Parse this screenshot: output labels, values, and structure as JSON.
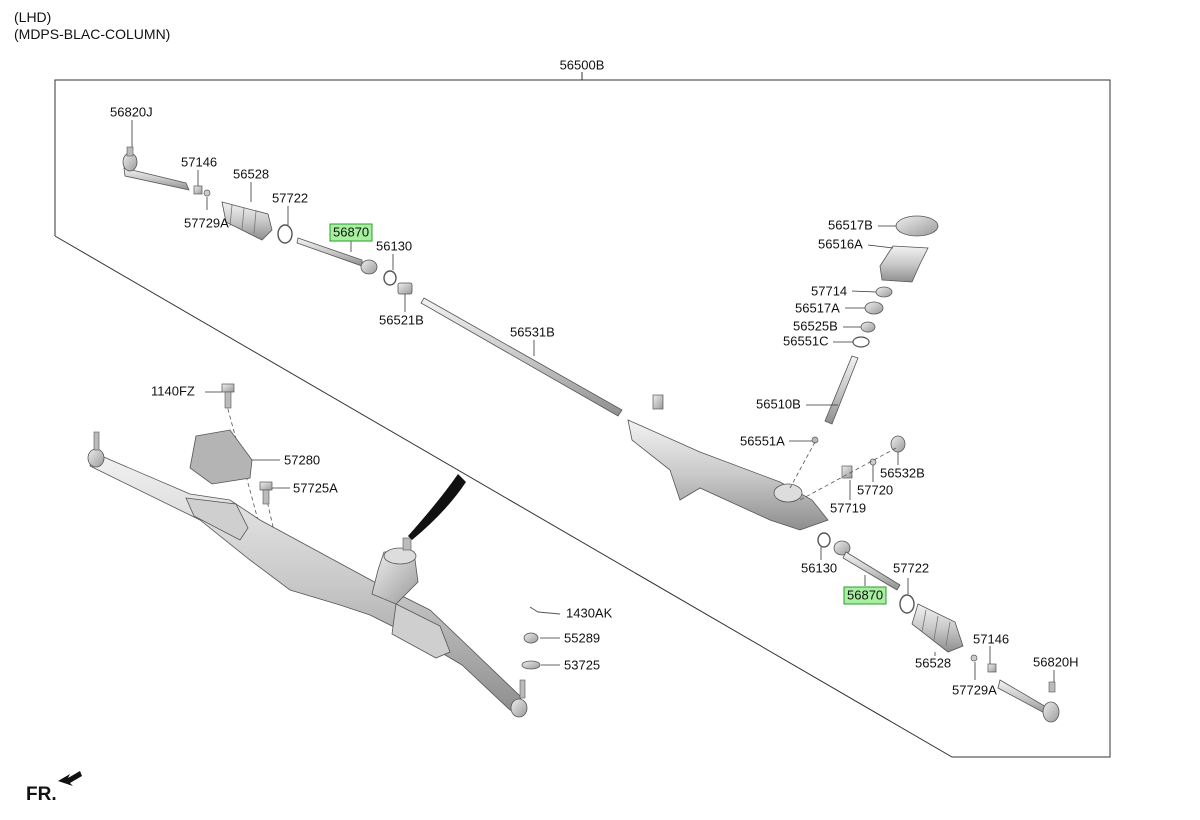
{
  "header": {
    "line1": "(LHD)",
    "line2": "(MDPS-BLAC-COLUMN)"
  },
  "assembly_label": "56500B",
  "orientation": {
    "label": "FR.",
    "icon": "front-direction-arrow-icon"
  },
  "highlight_color": "#a6f0a0",
  "parts": [
    {
      "number": "56820J",
      "highlighted": false
    },
    {
      "number": "57146",
      "highlighted": false
    },
    {
      "number": "56528",
      "highlighted": false
    },
    {
      "number": "57729A",
      "highlighted": false
    },
    {
      "number": "57722",
      "highlighted": false
    },
    {
      "number": "56870",
      "highlighted": true
    },
    {
      "number": "56130",
      "highlighted": false
    },
    {
      "number": "56521B",
      "highlighted": false
    },
    {
      "number": "56531B",
      "highlighted": false
    },
    {
      "number": "56517B",
      "highlighted": false
    },
    {
      "number": "56516A",
      "highlighted": false
    },
    {
      "number": "57714",
      "highlighted": false
    },
    {
      "number": "56517A",
      "highlighted": false
    },
    {
      "number": "56525B",
      "highlighted": false
    },
    {
      "number": "56551C",
      "highlighted": false
    },
    {
      "number": "56510B",
      "highlighted": false
    },
    {
      "number": "56551A",
      "highlighted": false
    },
    {
      "number": "56532B",
      "highlighted": false
    },
    {
      "number": "57720",
      "highlighted": false
    },
    {
      "number": "57719",
      "highlighted": false
    },
    {
      "number": "56130",
      "highlighted": false
    },
    {
      "number": "57722",
      "highlighted": false
    },
    {
      "number": "56870",
      "highlighted": true
    },
    {
      "number": "56528",
      "highlighted": false
    },
    {
      "number": "57146",
      "highlighted": false
    },
    {
      "number": "57729A",
      "highlighted": false
    },
    {
      "number": "56820H",
      "highlighted": false
    },
    {
      "number": "1140FZ",
      "highlighted": false
    },
    {
      "number": "57280",
      "highlighted": false
    },
    {
      "number": "57725A",
      "highlighted": false
    },
    {
      "number": "1430AK",
      "highlighted": false
    },
    {
      "number": "55289",
      "highlighted": false
    },
    {
      "number": "53725",
      "highlighted": false
    }
  ]
}
